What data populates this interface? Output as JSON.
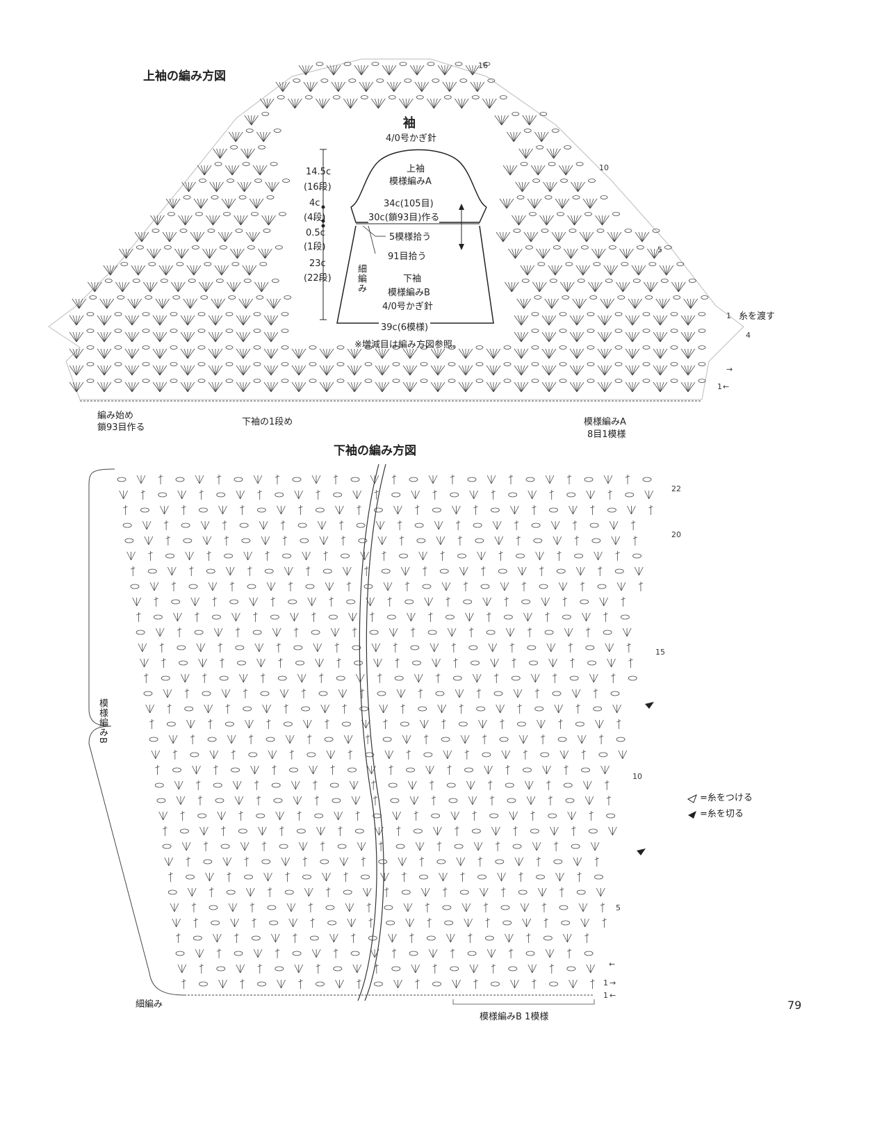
{
  "upper": {
    "title": "上袖の編み方図",
    "schematic": {
      "name": "袖",
      "hook": "4/0号かぎ針",
      "cap_label_1": "上袖",
      "cap_label_2": "模様編みA",
      "width_top": "34c(105目)",
      "chain_start": "30c(鎖93目)作る",
      "pickup_pattern": "5模様拾う",
      "pickup_stitches": "91目拾う",
      "lower_label_1": "下袖",
      "lower_label_2": "模様編みB",
      "lower_hook": "4/0号かぎ針",
      "width_bottom": "39c(6模様)",
      "side_label": "細編み",
      "note": "※増減目は編み方図参照。",
      "dim1_len": "14.5c",
      "dim1_rows": "(16段)",
      "dim2_len": "4c",
      "dim2_rows": "(4段)",
      "dim3_len": "0.5c",
      "dim3_rows": "(1段)",
      "dim4_len": "23c",
      "dim4_rows": "(22段)"
    },
    "row_numbers": {
      "r16": "16",
      "r10": "10",
      "r5": "5",
      "r1": "1",
      "r4": "4",
      "r1b": "1"
    },
    "arrow_right": "→",
    "arrow_left": "←",
    "yarn_carry": "糸を渡す",
    "start_label_1": "編み始め",
    "start_label_2": "鎖93目作る",
    "lower_row1": "下袖の1段め",
    "pattern_a_1": "模様編みA",
    "pattern_a_2": "8目1模様"
  },
  "lower": {
    "title": "下袖の編み方図",
    "side_label": "模様編みB",
    "bottom_left": "細編み",
    "row_numbers": {
      "r22": "22",
      "r20": "20",
      "r15": "15",
      "r10": "10",
      "r5": "5",
      "r1a": "1",
      "r1b": "1"
    },
    "arrow_left": "←",
    "arrow_right": "→",
    "repeat_label": "模様編みB 1模様"
  },
  "legend": {
    "attach": "=糸をつける",
    "cut": "=糸を切る"
  },
  "page_number": "79"
}
